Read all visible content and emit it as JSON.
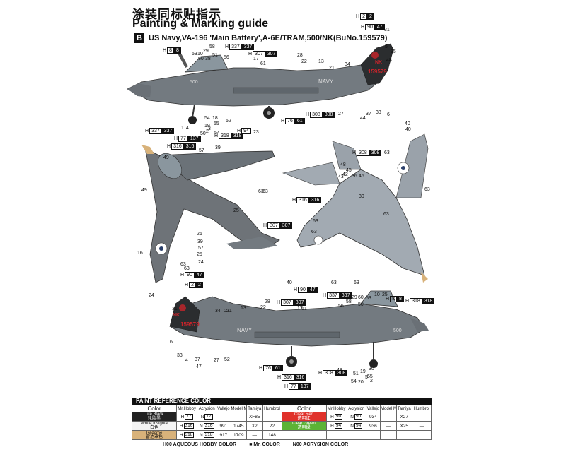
{
  "header": {
    "title_cn": "涂装同标贴指示",
    "title_en": "Painting & Marking guide"
  },
  "scheme": {
    "letter": "B",
    "text": "US Navy,VA-196 'Main Battery',A-6E/TRAM,500/NK(BuNo.159579)"
  },
  "aircraft_markings": {
    "serial": "159579",
    "tail_code": "NK",
    "modex": "500",
    "navy_text": "NAVY"
  },
  "color_codes": [
    {
      "id": "h2",
      "h": "H",
      "code": "2",
      "dark": false
    },
    {
      "id": "h90a",
      "h": "H",
      "code": "90",
      "dark": false
    },
    {
      "id": "h47a",
      "code": "47",
      "dark": true
    },
    {
      "id": "h8a",
      "h": "H",
      "code": "8",
      "dark": false
    },
    {
      "id": "h8b",
      "code": "8",
      "dark": true
    },
    {
      "id": "h337a",
      "h": "H",
      "code": "337",
      "dark": false
    },
    {
      "id": "n337a",
      "code": "337",
      "dark": true
    },
    {
      "id": "h307a",
      "h": "H",
      "code": "307",
      "dark": false
    },
    {
      "id": "n307a",
      "code": "307",
      "dark": true
    },
    {
      "id": "h76a",
      "h": "H",
      "code": "76",
      "dark": false
    },
    {
      "id": "n61a",
      "code": "61",
      "dark": true
    },
    {
      "id": "h308a",
      "h": "H",
      "code": "308",
      "dark": false
    },
    {
      "id": "n308a",
      "code": "308",
      "dark": true
    },
    {
      "id": "h77a",
      "h": "H",
      "code": "77",
      "dark": false
    },
    {
      "id": "n137a",
      "code": "137",
      "dark": true
    },
    {
      "id": "h316a",
      "h": "H",
      "code": "316",
      "dark": false
    },
    {
      "id": "n316a",
      "code": "316",
      "dark": true
    },
    {
      "id": "h318a",
      "h": "H",
      "code": "318",
      "dark": false
    },
    {
      "id": "n318a",
      "code": "318",
      "dark": true
    },
    {
      "id": "h94",
      "h": "H",
      "code": "94",
      "dark": false
    },
    {
      "id": "h337b",
      "h": "H",
      "code": "337",
      "dark": false
    },
    {
      "id": "n337b",
      "code": "337",
      "dark": true
    },
    {
      "id": "h316b",
      "h": "H",
      "code": "316",
      "dark": false
    },
    {
      "id": "n316b",
      "code": "316",
      "dark": true
    },
    {
      "id": "h308b",
      "h": "H",
      "code": "308",
      "dark": false
    },
    {
      "id": "n308b",
      "code": "308",
      "dark": true
    },
    {
      "id": "h318b",
      "h": "H",
      "code": "318",
      "dark": false
    },
    {
      "id": "n318b",
      "code": "318",
      "dark": true
    },
    {
      "id": "h307b",
      "h": "H",
      "code": "307",
      "dark": false
    },
    {
      "id": "n307b",
      "code": "307",
      "dark": true
    },
    {
      "id": "h90b",
      "h": "H",
      "code": "90",
      "dark": false
    },
    {
      "id": "n47b",
      "code": "47",
      "dark": true
    }
  ],
  "callouts": {
    "top_side": [
      "53",
      "10",
      "29",
      "58",
      "51",
      "60",
      "38",
      "56",
      "17",
      "61",
      "28",
      "22",
      "13",
      "21",
      "34",
      "31",
      "5",
      "35",
      "48",
      "54",
      "18",
      "19",
      "50",
      "55",
      "3",
      "2",
      "54",
      "52",
      "4",
      "1",
      "27",
      "44",
      "37",
      "33",
      "6"
    ],
    "bottom_side": [
      "6",
      "33",
      "4",
      "37",
      "47",
      "27",
      "52",
      "28",
      "22",
      "13",
      "61",
      "17",
      "56",
      "21",
      "34",
      "31",
      "58",
      "29",
      "60",
      "50",
      "53",
      "10",
      "25",
      "54",
      "51",
      "48",
      "20",
      "55",
      "2",
      "5",
      "19",
      "30",
      "21"
    ],
    "plan_top": [
      "57",
      "39",
      "49",
      "23",
      "49",
      "25",
      "63",
      "63",
      "16",
      "63",
      "24",
      "57",
      "39",
      "25",
      "24",
      "26",
      "63"
    ],
    "plan_bottom": [
      "48",
      "45",
      "42",
      "36",
      "46",
      "30",
      "63",
      "63",
      "40",
      "63",
      "40",
      "63",
      "63",
      "63",
      "40",
      "63",
      "43"
    ]
  },
  "paint": {
    "section_title": "PAINT  REFERENCE COLOR",
    "headers": [
      "Color",
      "Mr.Hobby",
      "Acrysion",
      "Vallejo",
      "Model Master",
      "Tamiya",
      "Humbrol"
    ],
    "left_rows": [
      {
        "name_en": "Tire Black",
        "name_cn": "轮胎黑",
        "color": "#222222",
        "text": "#ffffff",
        "h": "77",
        "n": "77",
        "vallejo": "",
        "mm": "",
        "tamiya": "XF85",
        "humbrol": ""
      },
      {
        "name_en": "White Insignia",
        "name_cn": "白色",
        "color": "#f4f4f4",
        "text": "#111111",
        "h": "316",
        "n": "316",
        "vallejo": "991",
        "mm": "1745",
        "tamiya": "X2",
        "humbrol": "22"
      },
      {
        "name_en": "Radome",
        "name_cn": "雷达罩色",
        "color": "#d8b27a",
        "text": "#111111",
        "h": "318",
        "n": "318",
        "vallejo": "917",
        "mm": "1709",
        "tamiya": "—",
        "humbrol": "148"
      }
    ],
    "right_rows": [
      {
        "name_en": "Clear Red",
        "name_cn": "透明红",
        "color": "#e0312a",
        "text": "#ffffff",
        "h": "90",
        "n": "90",
        "vallejo": "934",
        "mm": "—",
        "tamiya": "X27",
        "humbrol": "—"
      },
      {
        "name_en": "Clear Green",
        "name_cn": "透明绿",
        "color": "#5cb335",
        "text": "#ffffff",
        "h": "94",
        "n": "94",
        "vallejo": "936",
        "mm": "—",
        "tamiya": "X25",
        "humbrol": "—"
      },
      {
        "name_en": "",
        "name_cn": "",
        "color": "#ffffff",
        "text": "#111111",
        "h": "",
        "n": "",
        "vallejo": "",
        "mm": "",
        "tamiya": "",
        "humbrol": ""
      }
    ],
    "legend": [
      "H00 AQUEOUS HOBBY COLOR",
      "■ Mr. COLOR",
      "N00 ACRYSION COLOR"
    ]
  },
  "colors": {
    "body_gray": "#6e7378",
    "light_gray": "#9aa2aa",
    "dark_tail": "#2b2d2f",
    "radome": "#d8b27a",
    "red": "#c8242b"
  }
}
